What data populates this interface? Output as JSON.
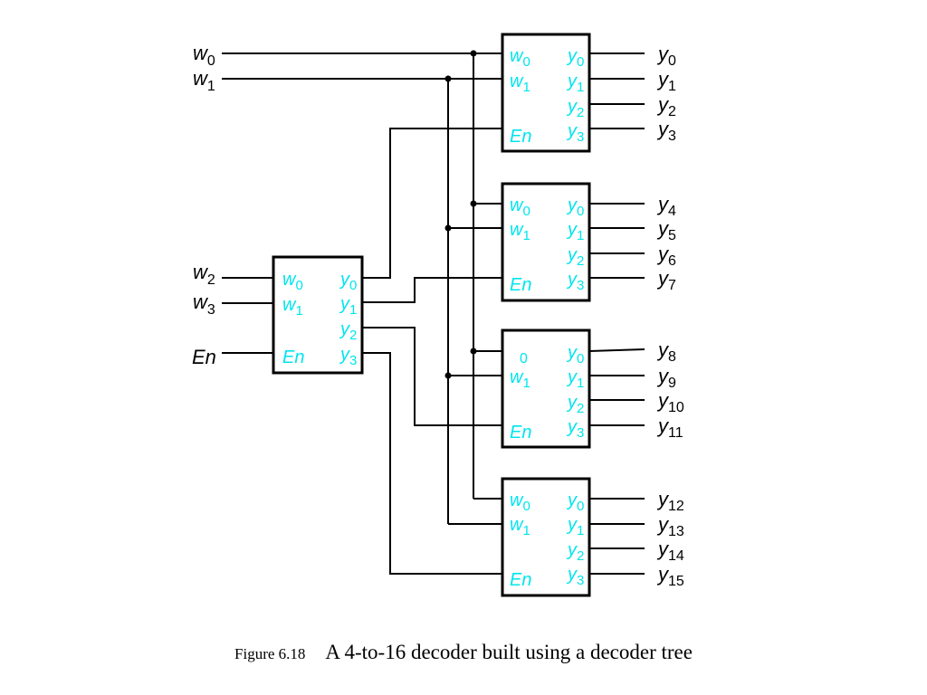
{
  "diagram": {
    "inputs": [
      {
        "letter": "w",
        "sub": "0"
      },
      {
        "letter": "w",
        "sub": "1"
      },
      {
        "letter": "w",
        "sub": "2"
      },
      {
        "letter": "w",
        "sub": "3"
      },
      {
        "letter": "En",
        "sub": ""
      }
    ],
    "outputs": [
      {
        "letter": "y",
        "sub": "0"
      },
      {
        "letter": "y",
        "sub": "1"
      },
      {
        "letter": "y",
        "sub": "2"
      },
      {
        "letter": "y",
        "sub": "3"
      },
      {
        "letter": "y",
        "sub": "4"
      },
      {
        "letter": "y",
        "sub": "5"
      },
      {
        "letter": "y",
        "sub": "6"
      },
      {
        "letter": "y",
        "sub": "7"
      },
      {
        "letter": "y",
        "sub": "8"
      },
      {
        "letter": "y",
        "sub": "9"
      },
      {
        "letter": "y",
        "sub": "10"
      },
      {
        "letter": "y",
        "sub": "11"
      },
      {
        "letter": "y",
        "sub": "12"
      },
      {
        "letter": "y",
        "sub": "13"
      },
      {
        "letter": "y",
        "sub": "14"
      },
      {
        "letter": "y",
        "sub": "15"
      }
    ],
    "decoder_pins": {
      "w0": {
        "letter": "w",
        "sub": "0"
      },
      "w1": {
        "letter": "w",
        "sub": "1"
      },
      "en": "En",
      "y0": {
        "letter": "y",
        "sub": "0"
      },
      "y1": {
        "letter": "y",
        "sub": "1"
      },
      "y2": {
        "letter": "y",
        "sub": "2"
      },
      "y3": {
        "letter": "y",
        "sub": "3"
      }
    },
    "third_decoder_w0_label": "0",
    "colors": {
      "pin_label": "#00e5ee",
      "lines": "#000000"
    }
  },
  "caption": {
    "figure_number": "Figure 6.18",
    "title": "A 4-to-16 decoder built using a decoder tree"
  }
}
